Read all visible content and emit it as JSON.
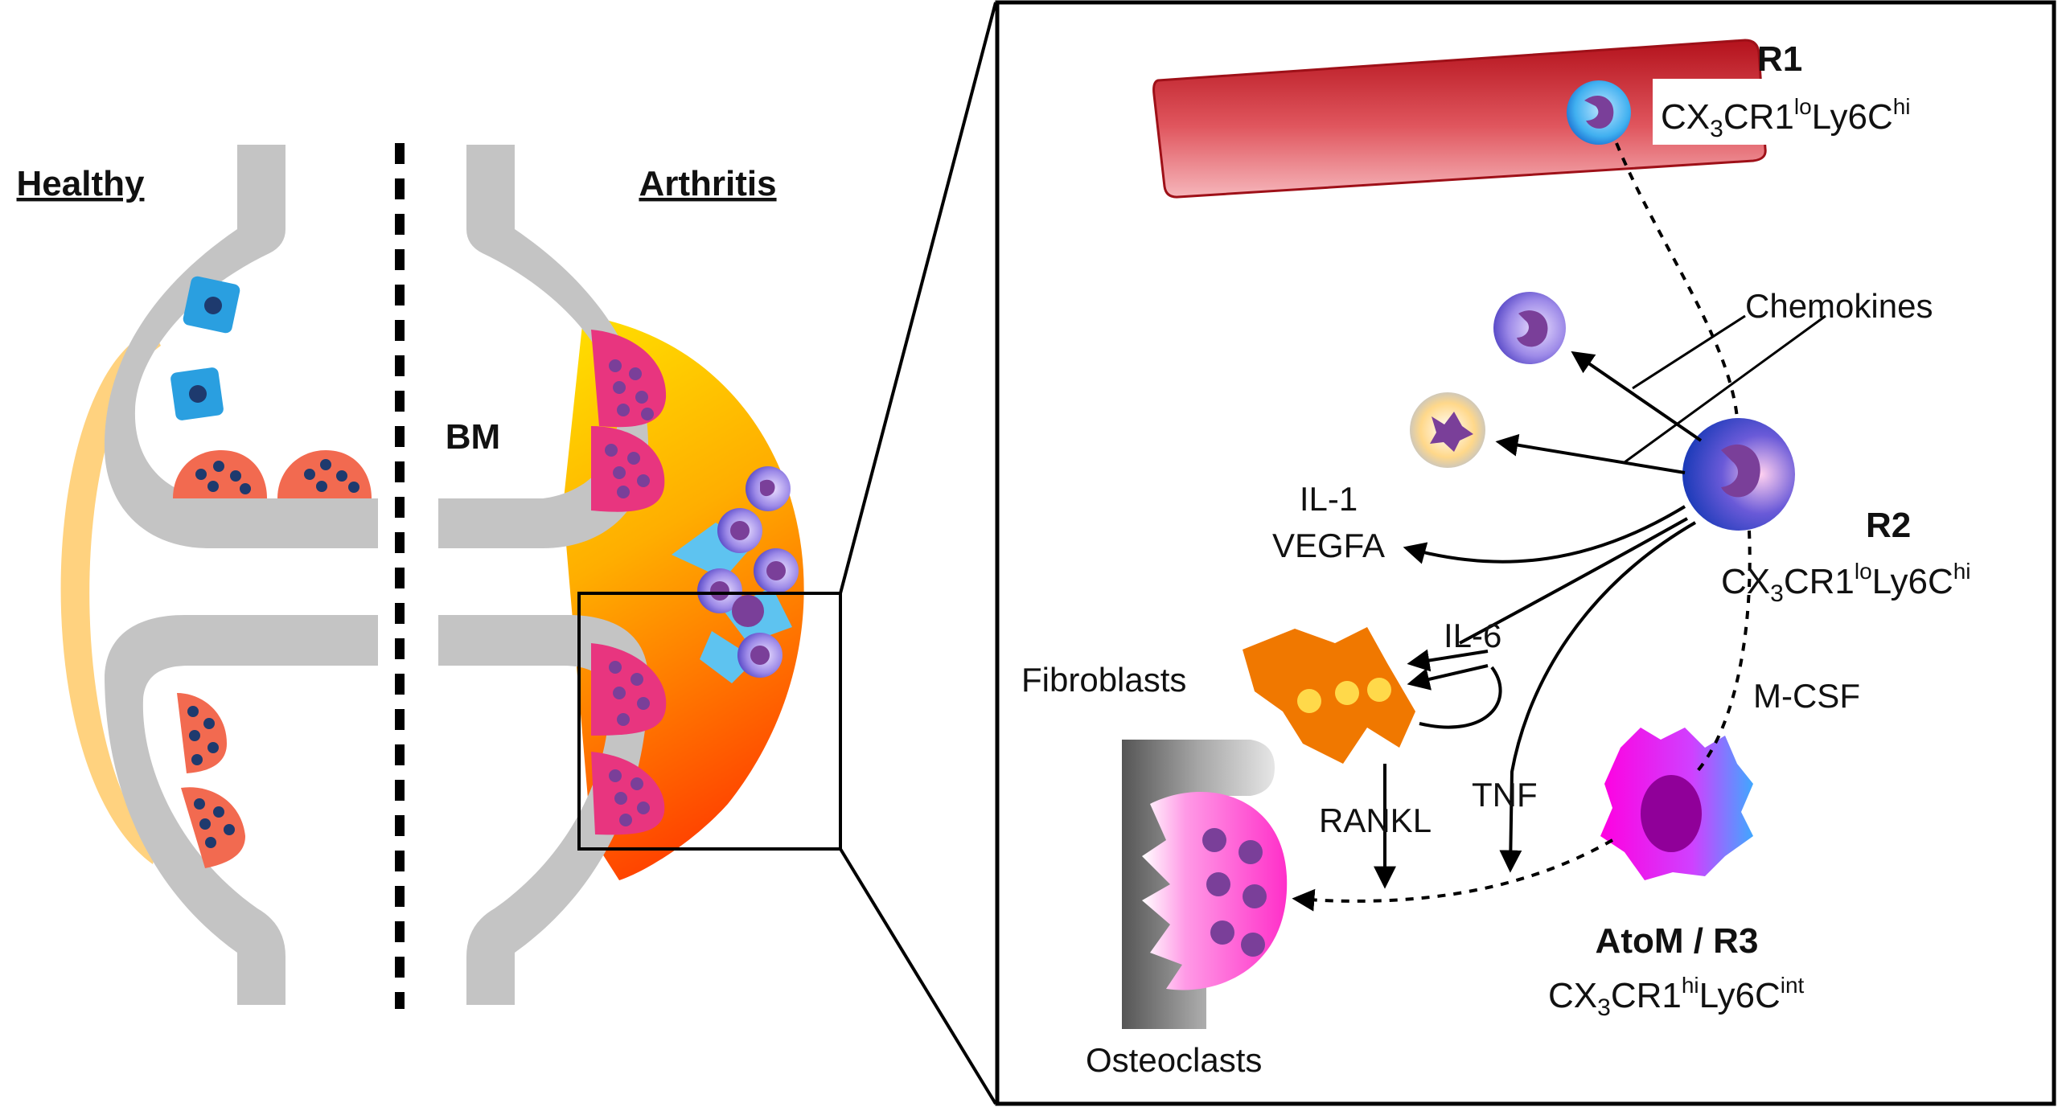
{
  "left_panel": {
    "healthy_label": "Healthy",
    "arthritis_label": "Arthritis",
    "bm_label": "BM"
  },
  "right_panel": {
    "r1": {
      "title": "R1",
      "marker_a": "CX",
      "marker_sub": "3",
      "marker_b": "CR1",
      "sup1": "lo",
      "marker_c": "Ly6C",
      "sup2": "hi"
    },
    "r2": {
      "title": "R2",
      "marker_a": "CX",
      "marker_sub": "3",
      "marker_b": "CR1",
      "sup1": "lo",
      "marker_c": "Ly6C",
      "sup2": "hi"
    },
    "r3": {
      "title": "AtoM / R3",
      "marker_a": "CX",
      "marker_sub": "3",
      "marker_b": "CR1",
      "sup1": "hi",
      "marker_c": "Ly6C",
      "sup2": "int"
    },
    "chemokines": "Chemokines",
    "il1": "IL-1",
    "vegfa": "VEGFA",
    "il6": "IL-6",
    "fibroblasts": "Fibroblasts",
    "rankl": "RANKL",
    "tnf": "TNF",
    "mcsf": "M-CSF",
    "osteoclasts": "Osteoclasts"
  },
  "colors": {
    "bone": "#c4c4c4",
    "healthy_capsule": "#ffd27f",
    "inflamed_top": "#ffe100",
    "inflamed_bottom": "#ff5000",
    "osteoclast_healthy": "#f26a50",
    "osteoclast_arthritis": "#e8357f",
    "nucleus_dark": "#1e3a6e",
    "nucleus_purple": "#7a3f99",
    "blue_cell": "#2a9fe0",
    "vessel": "#c8202a",
    "fibroblast": "#f07800",
    "atom": "#ee00dd"
  }
}
